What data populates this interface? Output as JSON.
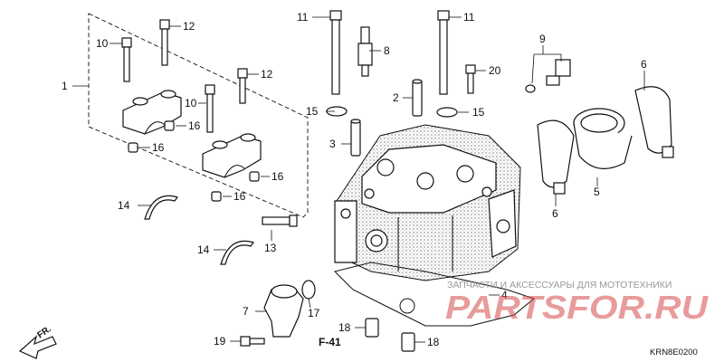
{
  "diagram": {
    "callouts": [
      {
        "id": "c1",
        "text": "1"
      },
      {
        "id": "c2",
        "text": "2"
      },
      {
        "id": "c3",
        "text": "3"
      },
      {
        "id": "c4",
        "text": "4"
      },
      {
        "id": "c5",
        "text": "5"
      },
      {
        "id": "c6a",
        "text": "6"
      },
      {
        "id": "c6b",
        "text": "6"
      },
      {
        "id": "c7",
        "text": "7"
      },
      {
        "id": "c8",
        "text": "8"
      },
      {
        "id": "c9",
        "text": "9"
      },
      {
        "id": "c10a",
        "text": "10"
      },
      {
        "id": "c10b",
        "text": "10"
      },
      {
        "id": "c11a",
        "text": "11"
      },
      {
        "id": "c11b",
        "text": "11"
      },
      {
        "id": "c12a",
        "text": "12"
      },
      {
        "id": "c12b",
        "text": "12"
      },
      {
        "id": "c13",
        "text": "13"
      },
      {
        "id": "c14a",
        "text": "14"
      },
      {
        "id": "c14b",
        "text": "14"
      },
      {
        "id": "c15a",
        "text": "15"
      },
      {
        "id": "c15b",
        "text": "15"
      },
      {
        "id": "c16a",
        "text": "16"
      },
      {
        "id": "c16b",
        "text": "16"
      },
      {
        "id": "c16c",
        "text": "16"
      },
      {
        "id": "c16d",
        "text": "16"
      },
      {
        "id": "c17",
        "text": "17"
      },
      {
        "id": "c18a",
        "text": "18"
      },
      {
        "id": "c18b",
        "text": "18"
      },
      {
        "id": "c19",
        "text": "19"
      },
      {
        "id": "c20",
        "text": "20"
      }
    ],
    "reference_label": "F-41",
    "direction_label": "FR.",
    "diagram_code": "KRN8E0200"
  },
  "watermark": {
    "banner": "ЗАПЧАСТИ И АКСЕССУАРЫ ДЛЯ МОТОТЕХНИКИ",
    "logo": "PARTSFOR.RU"
  },
  "colors": {
    "line": "#111111",
    "background": "#ffffff",
    "watermark_logo": "#d64a4a",
    "watermark_banner": "#9a9a9a"
  }
}
